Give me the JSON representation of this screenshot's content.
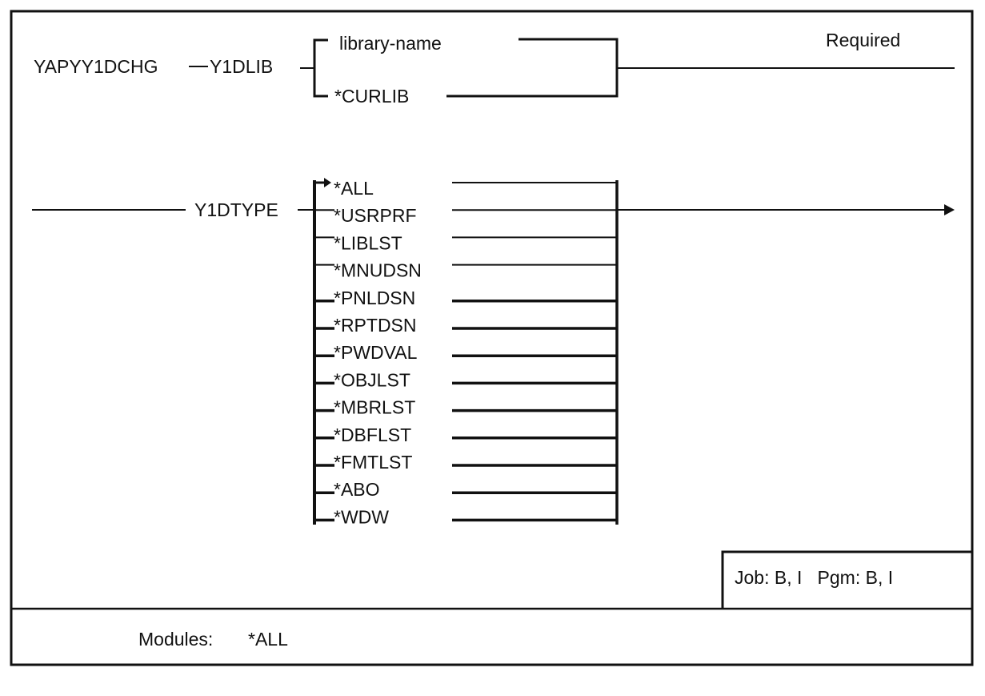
{
  "command": {
    "name": "YAPYY1DCHG",
    "status": "Required"
  },
  "parameters": [
    {
      "keyword": "Y1DLIB",
      "choices": [
        "library-name",
        "*CURLIB"
      ]
    },
    {
      "keyword": "Y1DTYPE",
      "default": "*ALL",
      "choices": [
        "*ALL",
        "*USRPRF",
        "*LIBLST",
        "*MNUDSN",
        "*PNLDSN",
        "*RPTDSN",
        "*PWDVAL",
        "*OBJLST",
        "*MBRLST",
        "*DBFLST",
        "*FMTLST",
        "*ABO",
        "*WDW"
      ]
    }
  ],
  "environment": {
    "text": "Job: B, I   Pgm: B, I"
  },
  "footer": {
    "modules_label": "Modules:",
    "modules_value": "*ALL"
  },
  "colors": {
    "line": "#111111",
    "background": "#ffffff"
  }
}
